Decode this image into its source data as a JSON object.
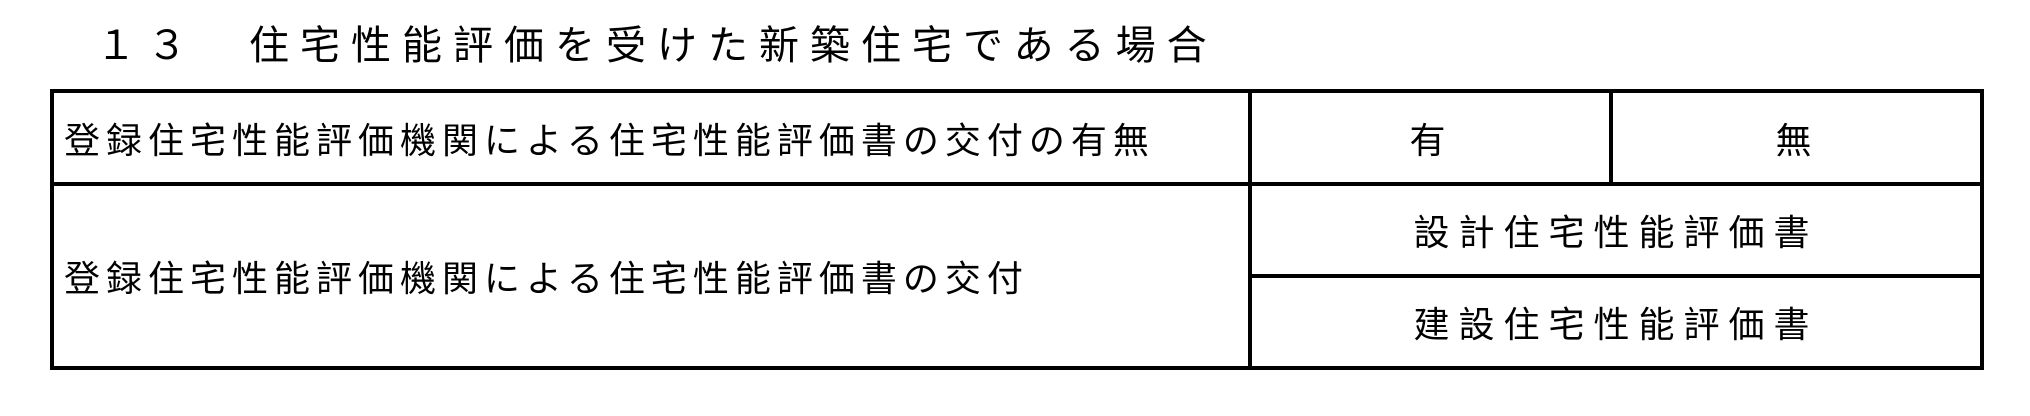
{
  "heading": "１３　住宅性能評価を受けた新築住宅である場合",
  "table": {
    "row1": {
      "label": "登録住宅性能評価機関による住宅性能評価書の交付の有無",
      "option_yes": "有",
      "option_no": "無"
    },
    "row2": {
      "label": "登録住宅性能評価機関による住宅性能評価書の交付",
      "option_design": "設計住宅性能評価書",
      "option_construction": "建設住宅性能評価書"
    }
  }
}
